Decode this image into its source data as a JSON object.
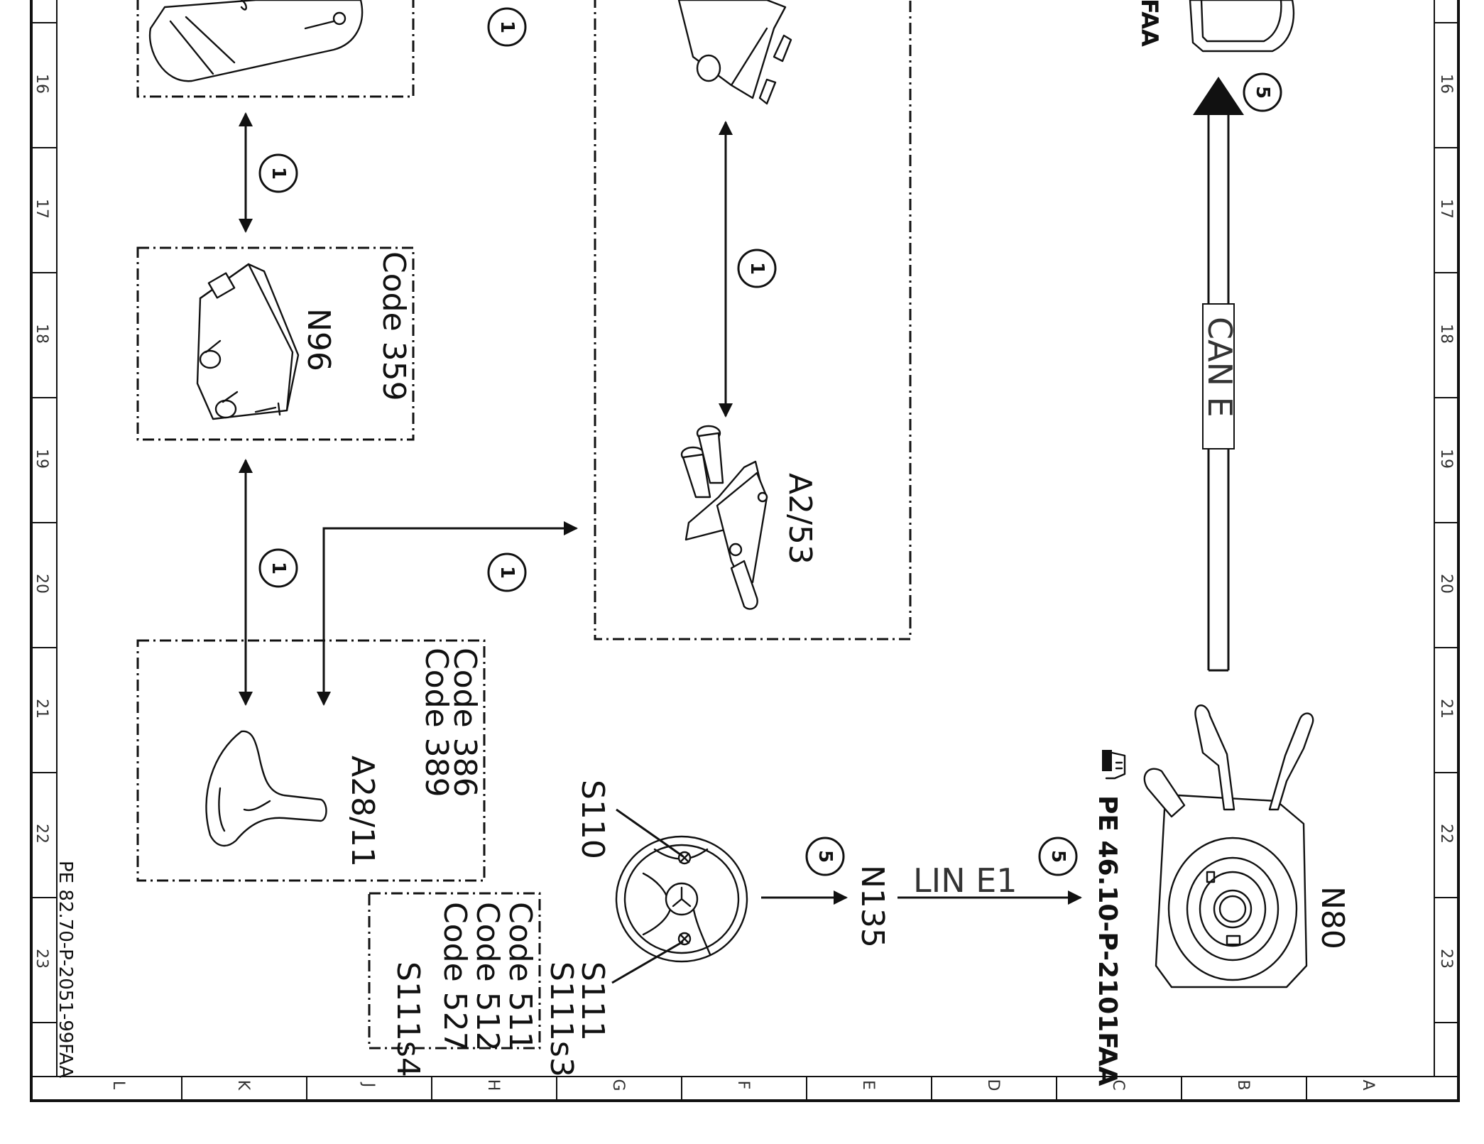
{
  "drawing": {
    "reference_left": "PE 82.70-P-2051-99FAA",
    "top_fragment": "FAA"
  },
  "grid": {
    "row_labels": [
      "16",
      "17",
      "18",
      "19",
      "20",
      "21",
      "22",
      "23"
    ],
    "column_labels": [
      "L",
      "K",
      "J",
      "H",
      "G",
      "F",
      "E",
      "D",
      "C",
      "B",
      "A"
    ]
  },
  "components": {
    "n96": {
      "label": "N96",
      "code": "Code 359"
    },
    "a28_11": {
      "label": "A28/11",
      "code_1": "Code 386",
      "code_2": "Code 389"
    },
    "a2_53": {
      "label": "A2/53"
    },
    "s110": {
      "label": "S110"
    },
    "s111": {
      "label": "S111",
      "sub_1": "S111s3",
      "sub_2": "S111s4",
      "code_1": "Code 511",
      "code_2": "Code 512",
      "code_3": "Code 527"
    },
    "n135": {
      "label": "N135"
    },
    "n80": {
      "label": "N80",
      "reference": "PE 46.10-P-2101FAA"
    }
  },
  "buses": {
    "lin": "LIN E1",
    "can": "CAN E"
  },
  "callouts": {
    "c1": "1",
    "c5": "5"
  }
}
